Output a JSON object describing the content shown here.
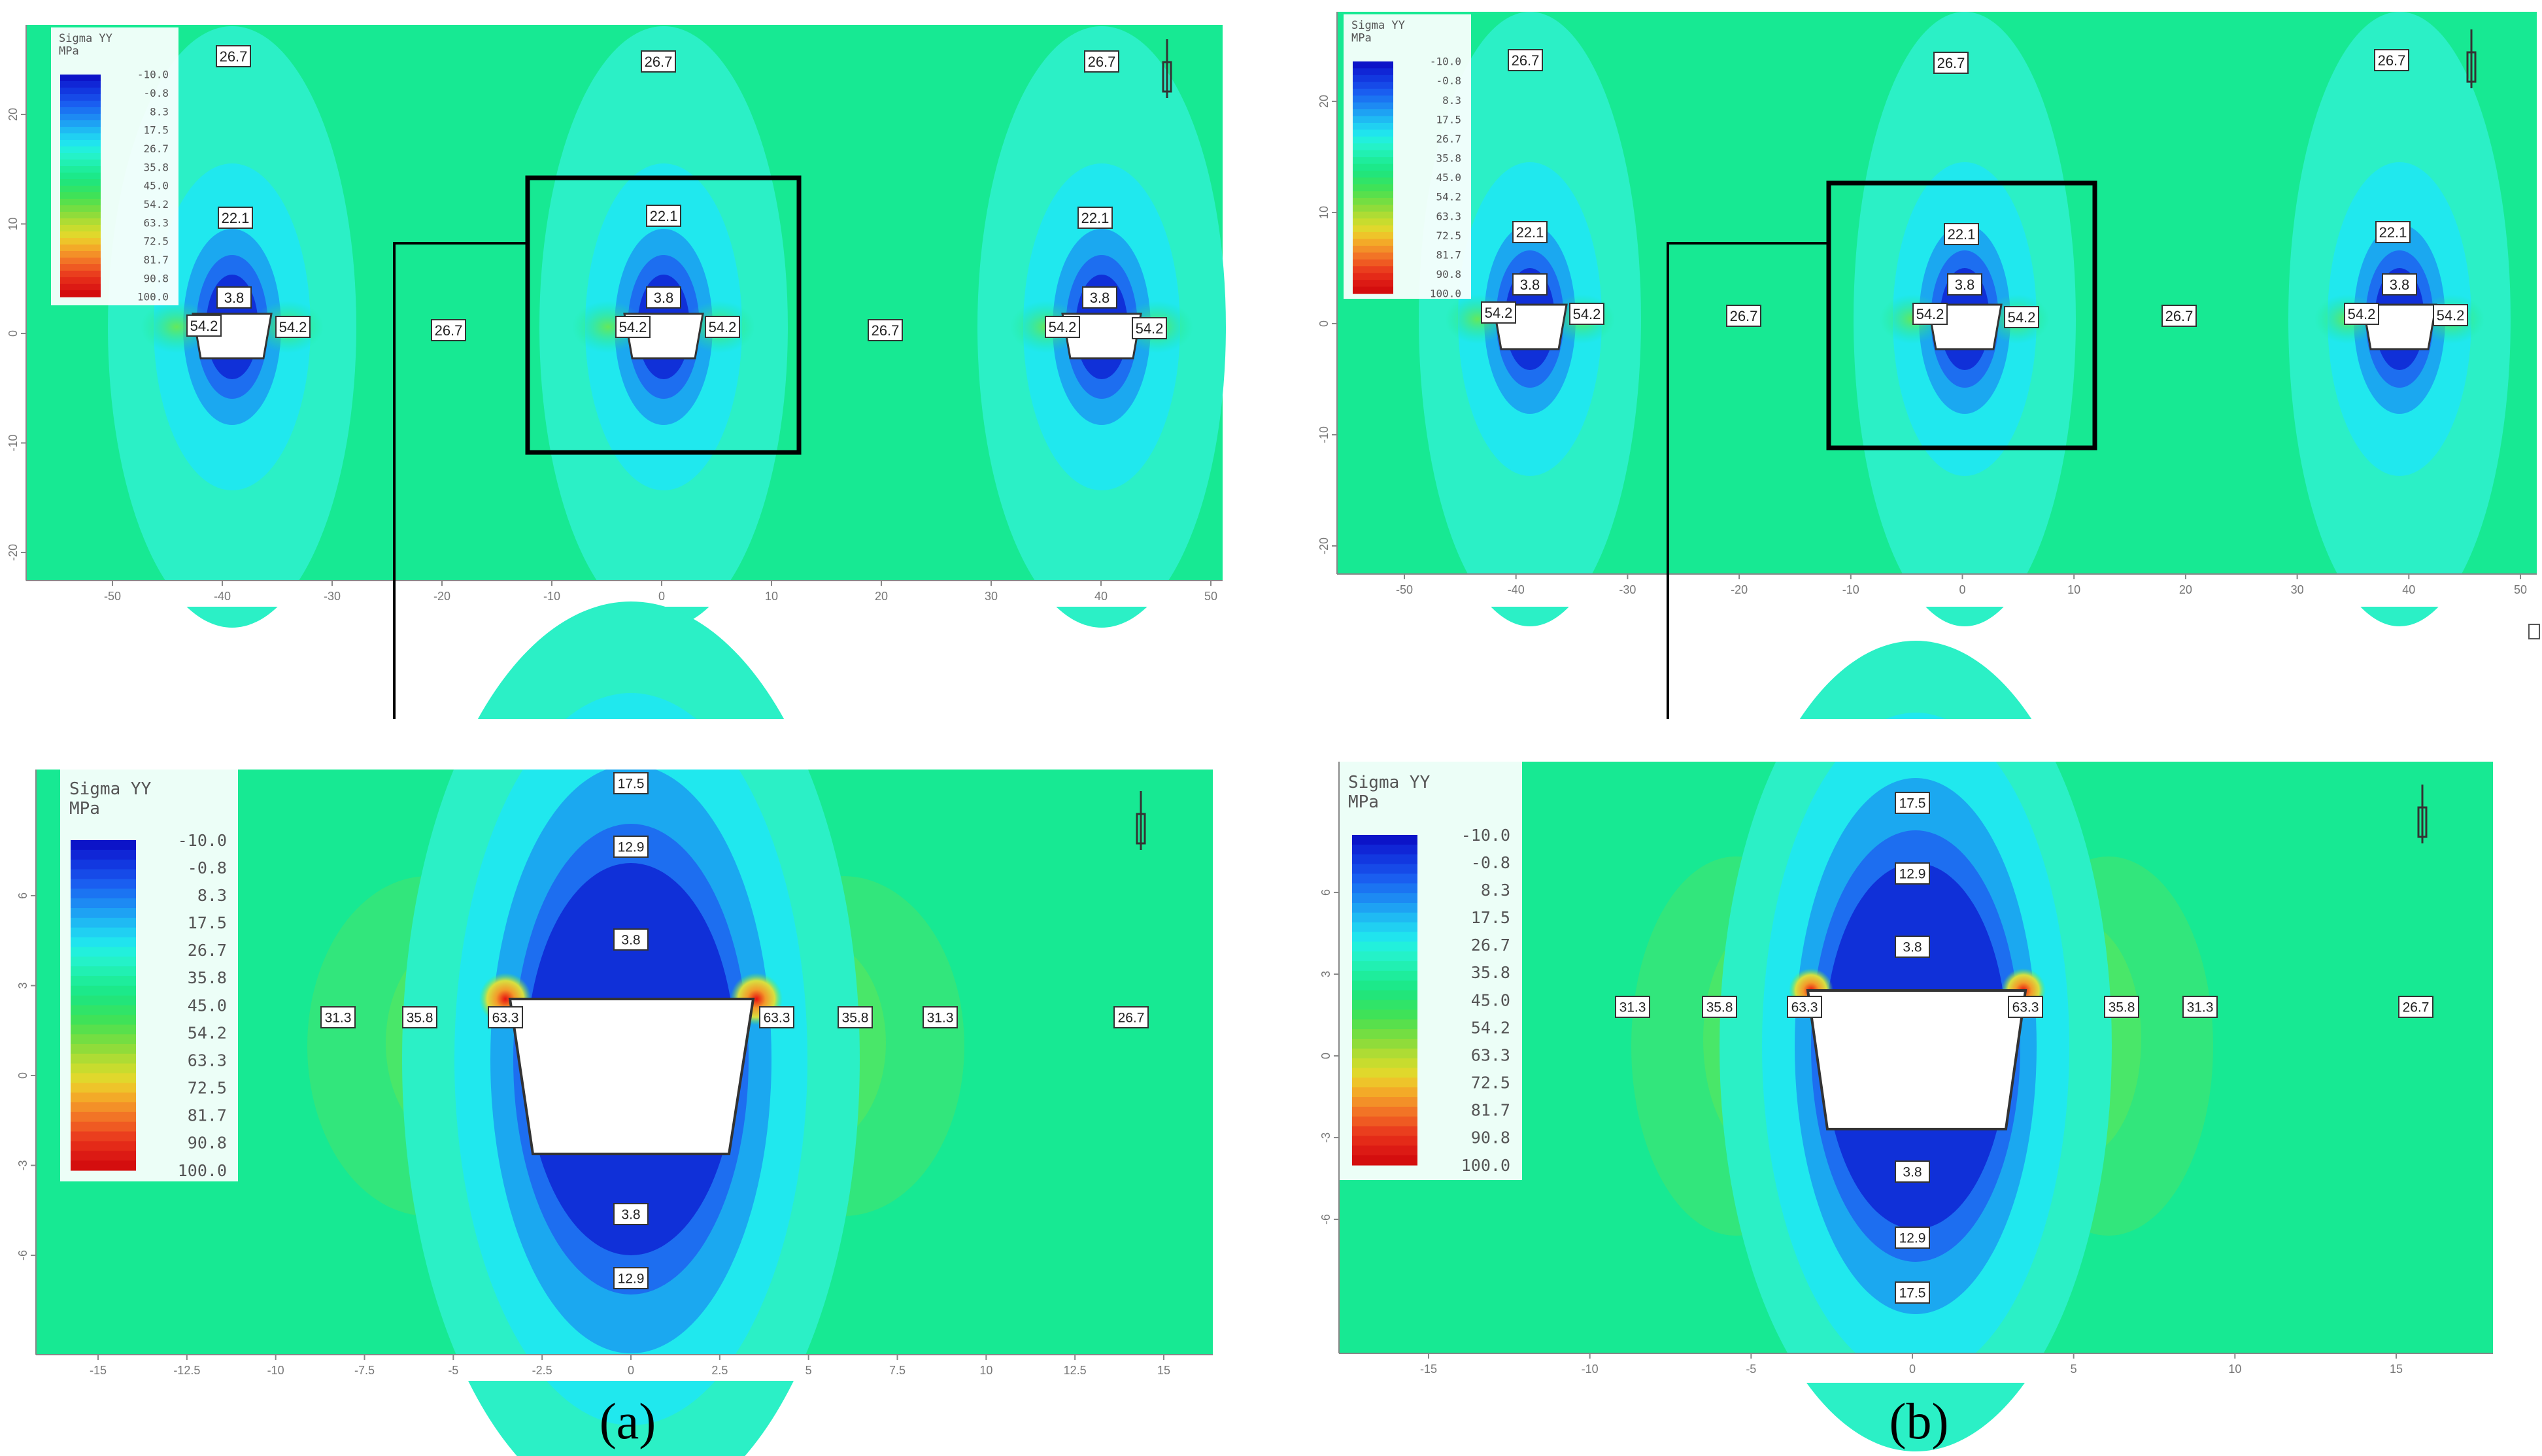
{
  "colors": {
    "field": "#17e993",
    "field_edge": "#13d887",
    "cyan_light": "#2bf0c6",
    "cyan": "#20e8ee",
    "sky": "#1ba8f0",
    "blue_mid": "#1d6ef0",
    "blue_deep": "#1030d8",
    "green_light": "#53e655",
    "yellow": "#d8e040",
    "orange": "#f39a2a",
    "red": "#e81010",
    "box": "#000000"
  },
  "legend": {
    "title": "Sigma YY",
    "unit": "MPa",
    "values": [
      "-10.0",
      "-0.8",
      "8.3",
      "17.5",
      "26.7",
      "35.8",
      "45.0",
      "54.2",
      "63.3",
      "72.5",
      "81.7",
      "90.8",
      "100.0"
    ],
    "swatches": [
      "#0c14c8",
      "#1026d6",
      "#1238e0",
      "#164ae8",
      "#1a5ef0",
      "#1b74f2",
      "#1d8af3",
      "#1ea2f3",
      "#1fbaf3",
      "#20d0f2",
      "#20e4ee",
      "#22f0dc",
      "#24f2c8",
      "#21f0b2",
      "#1eed9c",
      "#1ce98a",
      "#22e57a",
      "#30e468",
      "#3fe258",
      "#58e04c",
      "#74de42",
      "#90dc3a",
      "#aedc34",
      "#c8dc2e",
      "#e0d82c",
      "#eec42a",
      "#f3aa28",
      "#f39028",
      "#f27426",
      "#ef5a22",
      "#ea3e1e",
      "#e42a18",
      "#dc1a14",
      "#d40e0e"
    ]
  },
  "panels": {
    "a_top": {
      "labels": [
        "26.7",
        "26.7",
        "26.7",
        "22.1",
        "22.1",
        "22.1",
        "3.8",
        "3.8",
        "3.8",
        "54.2",
        "54.2",
        "54.2",
        "54.2",
        "54.2",
        "54.2",
        "26.7",
        "26.7"
      ],
      "y_ticks": [
        "20",
        "10",
        "0",
        "-10",
        "-20"
      ],
      "x_ticks": [
        "-50",
        "-40",
        "-30",
        "-20",
        "-10",
        "0",
        "10",
        "20",
        "30",
        "40",
        "50"
      ]
    },
    "b_top": {
      "labels": [
        "26.7",
        "26.7",
        "26.7",
        "22.1",
        "22.1",
        "22.1",
        "3.8",
        "3.8",
        "3.8",
        "54.2",
        "54.2",
        "54.2",
        "54.2",
        "54.2",
        "54.2",
        "26.7",
        "26.7"
      ],
      "y_ticks": [
        "20",
        "10",
        "0",
        "-10",
        "-20"
      ],
      "x_ticks": [
        "-50",
        "-40",
        "-30",
        "-20",
        "-10",
        "0",
        "10",
        "20",
        "30",
        "40",
        "50"
      ]
    },
    "a_bottom": {
      "labels": [
        "17.5",
        "12.9",
        "3.8",
        "31.3",
        "35.8",
        "63.3",
        "63.3",
        "35.8",
        "31.3",
        "26.7",
        "3.8",
        "12.9"
      ],
      "y_ticks": [
        "6",
        "3",
        "0",
        "-3",
        "-6"
      ],
      "x_ticks": [
        "-15",
        "-12.5",
        "-10",
        "-7.5",
        "-5",
        "-2.5",
        "0",
        "2.5",
        "5",
        "7.5",
        "10",
        "12.5",
        "15"
      ]
    },
    "b_bottom": {
      "labels": [
        "17.5",
        "12.9",
        "3.8",
        "31.3",
        "35.8",
        "63.3",
        "63.3",
        "35.8",
        "31.3",
        "26.7",
        "3.8",
        "12.9",
        "17.5"
      ],
      "y_ticks": [
        "6",
        "3",
        "0",
        "-3",
        "-6"
      ],
      "x_ticks": [
        "-15",
        "-10",
        "-5",
        "0",
        "5",
        "10",
        "15"
      ]
    }
  },
  "captions": {
    "a": "(a)",
    "b": "(b)"
  }
}
